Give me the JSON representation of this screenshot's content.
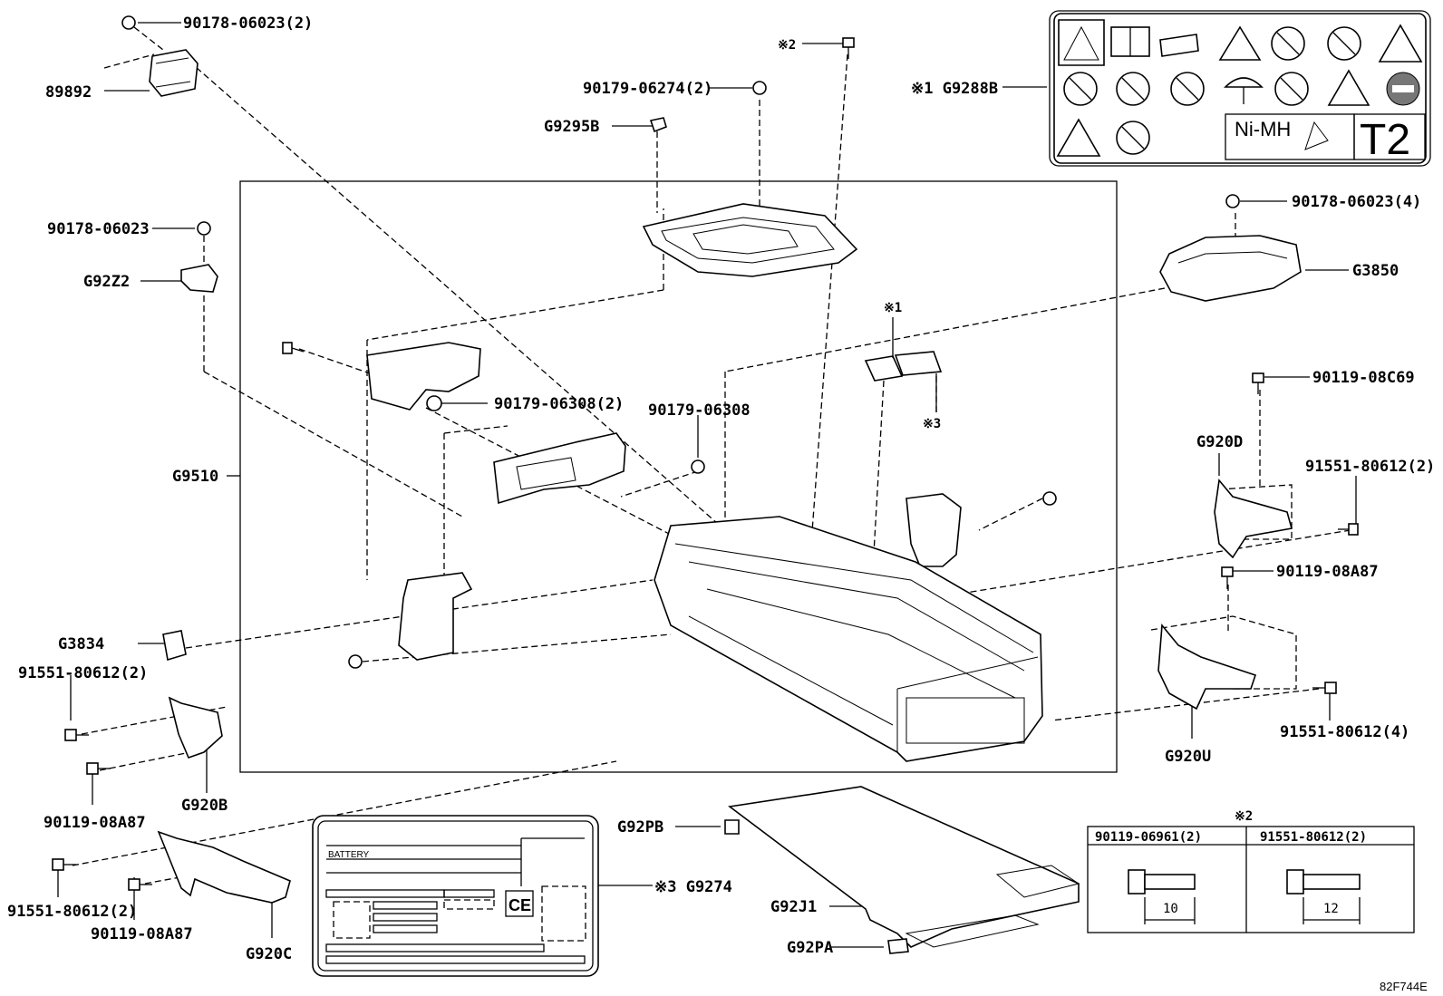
{
  "labels": {
    "p_89892": "89892",
    "p_90178_06023_2": "90178-06023(2)",
    "p_90178_06023": "90178-06023",
    "p_G92Z2": "G92Z2",
    "p_90179_06274_2": "90179-06274(2)",
    "p_G9295B": "G9295B",
    "p_mark2_top": "※2",
    "p_mark1_G9288B": "※1 G9288B",
    "p_90178_06023_4": "90178-06023(4)",
    "p_G3850": "G3850",
    "p_mark1": "※1",
    "p_mark3": "※3",
    "p_90179_06308_2": "90179-06308(2)",
    "p_90179_06308": "90179-06308",
    "p_G9510": "G9510",
    "p_90119_08C69": "90119-08C69",
    "p_G920D": "G920D",
    "p_91551_80612_2_right": "91551-80612(2)",
    "p_90119_08A87_right": "90119-08A87",
    "p_G3834": "G3834",
    "p_91551_80612_2_left": "91551-80612(2)",
    "p_90119_08A87_left": "90119-08A87",
    "p_G920B": "G920B",
    "p_91551_80612_4": "91551-80612(4)",
    "p_G920U": "G920U",
    "p_91551_80612_bottom": "91551-80612(2)",
    "p_90119_08A87_bottom": "90119-08A87",
    "p_G920C": "G920C",
    "p_G92PB": "G92PB",
    "p_mark3_G9274": "※3 G9274",
    "p_G92J1": "G92J1",
    "p_G92PA": "G92PA",
    "p_mark2_table": "※2",
    "figure_code": "82F744E"
  },
  "warning_label": {
    "battery_type": "Ni-MH",
    "class_code": "T2"
  },
  "battery_plate": {
    "title": "BATTERY",
    "ce_mark": "CE"
  },
  "bolt_table": {
    "col1_header": "90119-06961(2)",
    "col2_header": "91551-80612(2)",
    "col1_length": "10",
    "col2_length": "12"
  }
}
